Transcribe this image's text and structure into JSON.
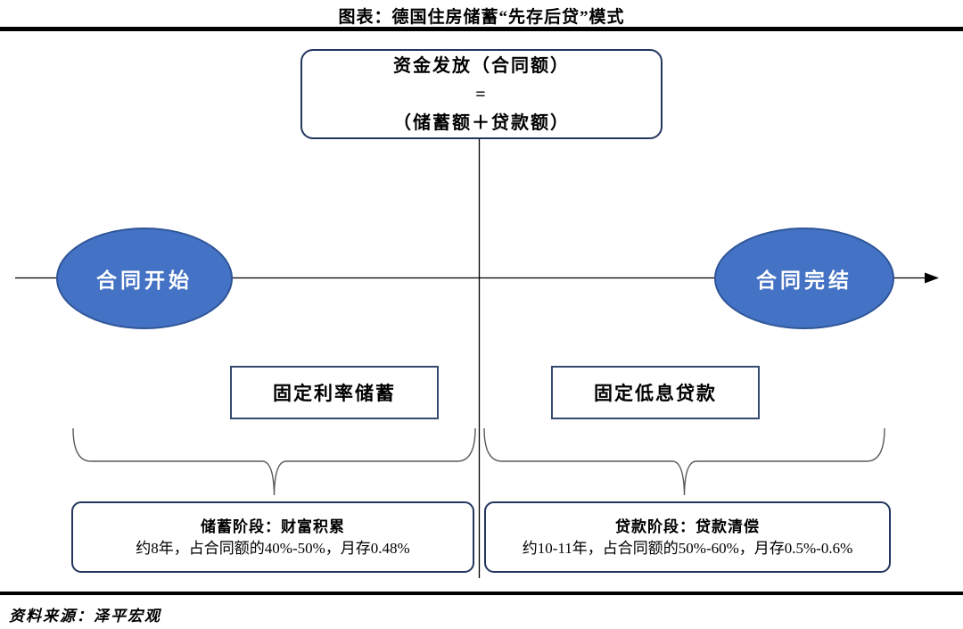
{
  "header": {
    "title": "图表：德国住房储蓄“先存后贷”模式"
  },
  "top_box": {
    "line1": "资金发放（合同额）",
    "line2": "=",
    "line3": "（储蓄额＋贷款额）"
  },
  "timeline": {
    "start_label": "合同开始",
    "end_label": "合同完结"
  },
  "phase_labels": {
    "left": "固定利率储蓄",
    "right": "固定低息贷款"
  },
  "bottom_boxes": {
    "left": {
      "title": "储蓄阶段：财富积累",
      "detail": "约8年，占合同额的40%-50%，月存0.48%"
    },
    "right": {
      "title": "贷款阶段：贷款清偿",
      "detail": "约10-11年，占合同额的50%-60%，月存0.5%-0.6%"
    }
  },
  "footer": {
    "source": "资料来源：泽平宏观"
  },
  "colors": {
    "node_fill": "#4472C4",
    "node_stroke": "#2F5597",
    "box_border": "#24365E",
    "brace_stroke": "#595959",
    "line": "#000000"
  }
}
